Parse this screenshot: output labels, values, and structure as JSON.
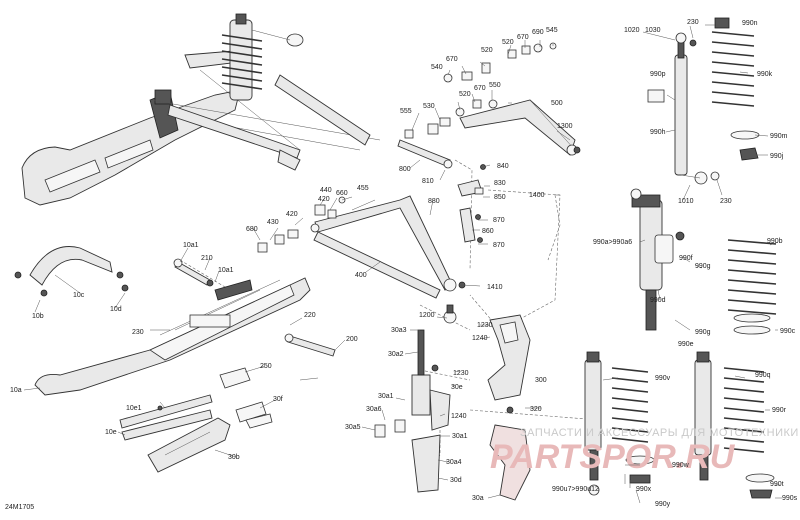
{
  "diagram_code": "24M1705",
  "watermark": {
    "line1": "ЗАПЧАСТИ И АКСЕССУАРЫ ДЛЯ МОТОТЕХНИКИ",
    "line2": "PARTSPOR.RU"
  },
  "labels": {
    "p230a": "230",
    "p990n": "990n",
    "p1020": "1020",
    "p1030": "1030",
    "p990k": "990k",
    "p990p": "990p",
    "p990h": "990h",
    "p990m": "990m",
    "p990j": "990j",
    "p1010": "1010",
    "p230b": "230",
    "p990a": "990a>990a6",
    "p990b": "990b",
    "p990f": "990f",
    "p990g": "990g",
    "p990d": "990d",
    "p990g2": "990g",
    "p990e": "990e",
    "p990c": "990c",
    "p990v": "990v",
    "p990q": "990q",
    "p990r": "990r",
    "p990w": "990w",
    "p990t": "990t",
    "p990u": "990u7>990u12",
    "p990x": "990x",
    "p990y": "990y",
    "p990s": "990s",
    "p520a": "520",
    "p670a": "670",
    "p690": "690",
    "p545": "545",
    "p540": "540",
    "p670b": "670",
    "p520b": "520",
    "p530": "530",
    "p520c": "520",
    "p670c": "670",
    "p550": "550",
    "p555": "555",
    "p500": "500",
    "p1300": "1300",
    "p800": "800",
    "p810": "810",
    "p840": "840",
    "p830": "830",
    "p850": "850",
    "p1400": "1400",
    "p880": "880",
    "p870a": "870",
    "p860": "860",
    "p870b": "870",
    "p440": "440",
    "p660": "660",
    "p455": "455",
    "p420a": "420",
    "p420b": "420",
    "p430": "430",
    "p680": "680",
    "p400": "400",
    "p1410": "1410",
    "p10a1a": "10a1",
    "p210": "210",
    "p10a1b": "10a1",
    "p10c": "10c",
    "p10b": "10b",
    "p10d": "10d",
    "p230c": "230",
    "p220": "220",
    "p200": "200",
    "p1200": "1200",
    "p1230a": "1230",
    "p1240a": "1240",
    "p30a3": "30a3",
    "p30a2": "30a2",
    "p1230b": "1230",
    "p30e": "30e",
    "p300": "300",
    "p10a": "10a",
    "p250": "250",
    "p30f": "30f",
    "p10e1": "10e1",
    "p320": "320",
    "p30a1": "30a1",
    "p30a6": "30a6",
    "p1240b": "1240",
    "p30a5": "30a5",
    "p30a1b": "30a1",
    "p10e": "10e",
    "p30b": "30b",
    "p30a4": "30a4",
    "p30d": "30d",
    "p30a": "30a"
  }
}
